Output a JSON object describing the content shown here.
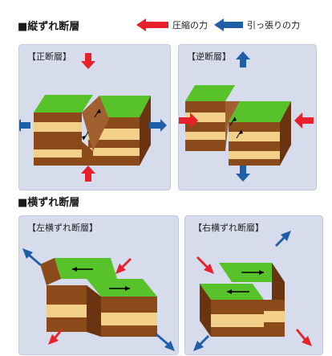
{
  "header": {
    "vertical_title": "■縦ずれ断層",
    "legend": {
      "compression": "圧縮の力",
      "tension": "引っ張りの力"
    }
  },
  "sections": {
    "strike_slip_title": "■横ずれ断層"
  },
  "panels": {
    "normal": "【正断層】",
    "reverse": "【逆断層】",
    "left_lateral": "【左横ずれ断層】",
    "right_lateral": "【右横ずれ断層】"
  },
  "colors": {
    "compression_arrow": "#e8202a",
    "tension_arrow": "#1e5fa8",
    "grass": "#58c22a",
    "soil_dark": "#8a4a1a",
    "soil_light": "#f3d08a",
    "panel_bg": "#d6dcec"
  }
}
